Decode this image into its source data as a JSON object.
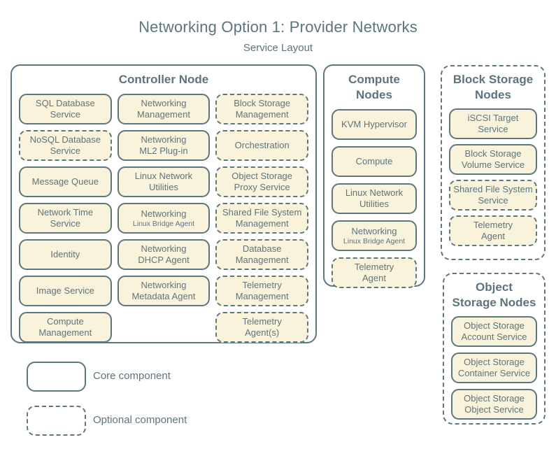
{
  "page": {
    "title": "Networking Option 1: Provider Networks",
    "subtitle": "Service Layout"
  },
  "colors": {
    "ink": "#5d747e",
    "line": "#5e767d",
    "box_fill": "#faf3dc",
    "background": "#ffffff"
  },
  "legend": {
    "items": [
      {
        "label": "Core component",
        "style": "solid"
      },
      {
        "label": "Optional component",
        "style": "dashed"
      }
    ]
  },
  "groups": [
    {
      "key": "controller-node",
      "title": "Controller Node",
      "title_lines": [
        "Controller Node"
      ],
      "border": "solid",
      "layout": "grid3",
      "services": [
        {
          "lines": [
            "SQL Database",
            "Service"
          ],
          "border": "solid",
          "col": 1,
          "row": 1
        },
        {
          "lines": [
            "Networking",
            "Management"
          ],
          "border": "solid",
          "col": 2,
          "row": 1
        },
        {
          "lines": [
            "Block Storage",
            "Management"
          ],
          "border": "dashed",
          "col": 3,
          "row": 1
        },
        {
          "lines": [
            "NoSQL Database",
            "Service"
          ],
          "border": "dashed",
          "col": 1,
          "row": 2
        },
        {
          "lines": [
            "Networking",
            "ML2 Plug-in"
          ],
          "border": "solid",
          "col": 2,
          "row": 2
        },
        {
          "lines": [
            "Orchestration"
          ],
          "border": "dashed",
          "col": 3,
          "row": 2
        },
        {
          "lines": [
            "Message Queue"
          ],
          "border": "solid",
          "col": 1,
          "row": 3
        },
        {
          "lines": [
            "Linux Network",
            "Utilities"
          ],
          "border": "solid",
          "col": 2,
          "row": 3
        },
        {
          "lines": [
            "Object Storage",
            "Proxy Service"
          ],
          "border": "dashed",
          "col": 3,
          "row": 3
        },
        {
          "lines": [
            "Network Time",
            "Service"
          ],
          "border": "solid",
          "col": 1,
          "row": 4
        },
        {
          "lines": [
            "Networking",
            "Linux Bridge Agent"
          ],
          "small": [
            1
          ],
          "border": "solid",
          "col": 2,
          "row": 4
        },
        {
          "lines": [
            "Shared File System",
            "Management"
          ],
          "border": "dashed",
          "col": 3,
          "row": 4
        },
        {
          "lines": [
            "Identity"
          ],
          "border": "solid",
          "col": 1,
          "row": 5
        },
        {
          "lines": [
            "Networking",
            "DHCP Agent"
          ],
          "border": "solid",
          "col": 2,
          "row": 5
        },
        {
          "lines": [
            "Database",
            "Management"
          ],
          "border": "dashed",
          "col": 3,
          "row": 5
        },
        {
          "lines": [
            "Image Service"
          ],
          "border": "solid",
          "col": 1,
          "row": 6
        },
        {
          "lines": [
            "Networking",
            "Metadata Agent"
          ],
          "border": "solid",
          "col": 2,
          "row": 6
        },
        {
          "lines": [
            "Telemetry",
            "Management"
          ],
          "border": "dashed",
          "col": 3,
          "row": 6
        },
        {
          "lines": [
            "Compute",
            "Management"
          ],
          "border": "solid",
          "col": 1,
          "row": 7
        },
        {
          "lines": [
            "Telemetry",
            "Agent(s)"
          ],
          "border": "dashed",
          "col": 3,
          "row": 7
        }
      ]
    },
    {
      "key": "compute-nodes",
      "title": "Compute Nodes",
      "title_lines": [
        "Compute",
        "Nodes"
      ],
      "border": "solid",
      "layout": "stack",
      "services": [
        {
          "lines": [
            "KVM Hypervisor"
          ],
          "border": "solid"
        },
        {
          "lines": [
            "Compute"
          ],
          "border": "solid"
        },
        {
          "lines": [
            "Linux Network",
            "Utilities"
          ],
          "border": "solid"
        },
        {
          "lines": [
            "Networking",
            "Linux Bridge Agent"
          ],
          "small": [
            1
          ],
          "border": "solid"
        },
        {
          "lines": [
            "Telemetry",
            "Agent"
          ],
          "border": "dashed"
        }
      ]
    },
    {
      "key": "block-storage-nodes",
      "title": "Block Storage Nodes",
      "title_lines": [
        "Block Storage",
        "Nodes"
      ],
      "border": "dashed",
      "layout": "stack",
      "services": [
        {
          "lines": [
            "iSCSI Target",
            "Service"
          ],
          "border": "solid"
        },
        {
          "lines": [
            "Block Storage",
            "Volume Service"
          ],
          "border": "solid"
        },
        {
          "lines": [
            "Shared File System",
            "Service"
          ],
          "border": "dashed"
        },
        {
          "lines": [
            "Telemetry",
            "Agent"
          ],
          "border": "dashed"
        }
      ]
    },
    {
      "key": "object-storage-nodes",
      "title": "Object Storage Nodes",
      "title_lines": [
        "Object",
        "Storage Nodes"
      ],
      "border": "dashed",
      "layout": "stack",
      "services": [
        {
          "lines": [
            "Object Storage",
            "Account Service"
          ],
          "border": "solid"
        },
        {
          "lines": [
            "Object Storage",
            "Container Service"
          ],
          "border": "solid"
        },
        {
          "lines": [
            "Object Storage",
            "Object Service"
          ],
          "border": "solid"
        }
      ]
    }
  ]
}
